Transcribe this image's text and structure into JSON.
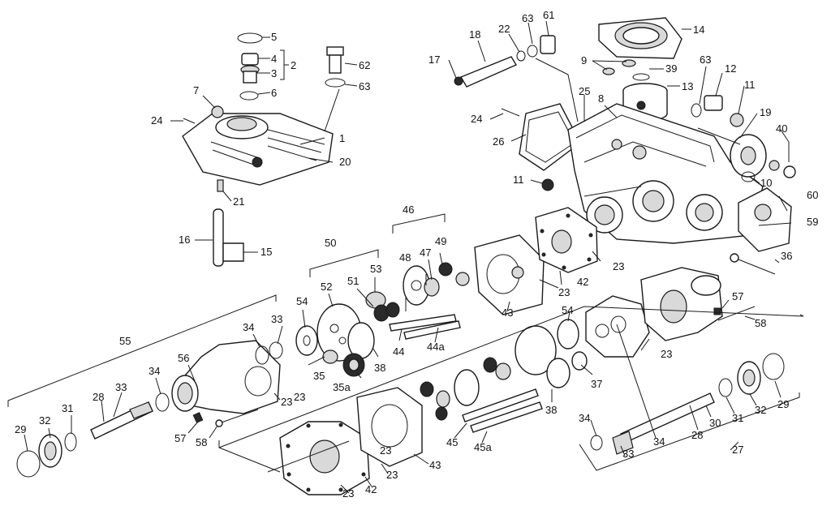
{
  "callouts": [
    {
      "id": "c5",
      "text": "5"
    },
    {
      "id": "c4",
      "text": "4"
    },
    {
      "id": "c3",
      "text": "3"
    },
    {
      "id": "c2",
      "text": "2"
    },
    {
      "id": "c6",
      "text": "6"
    },
    {
      "id": "c62",
      "text": "62"
    },
    {
      "id": "c63a",
      "text": "63"
    },
    {
      "id": "c7",
      "text": "7"
    },
    {
      "id": "c24a",
      "text": "24"
    },
    {
      "id": "c1",
      "text": "1"
    },
    {
      "id": "c20",
      "text": "20"
    },
    {
      "id": "c21",
      "text": "21"
    },
    {
      "id": "c16",
      "text": "16"
    },
    {
      "id": "c15",
      "text": "15"
    },
    {
      "id": "c17",
      "text": "17"
    },
    {
      "id": "c18",
      "text": "18"
    },
    {
      "id": "c22",
      "text": "22"
    },
    {
      "id": "c63b",
      "text": "63"
    },
    {
      "id": "c61",
      "text": "61"
    },
    {
      "id": "c14",
      "text": "14"
    },
    {
      "id": "c9",
      "text": "9"
    },
    {
      "id": "c39",
      "text": "39"
    },
    {
      "id": "c63c",
      "text": "63"
    },
    {
      "id": "c12",
      "text": "12"
    },
    {
      "id": "c13",
      "text": "13"
    },
    {
      "id": "c11a",
      "text": "11"
    },
    {
      "id": "c25",
      "text": "25"
    },
    {
      "id": "c8",
      "text": "8"
    },
    {
      "id": "c24b",
      "text": "24"
    },
    {
      "id": "c19",
      "text": "19"
    },
    {
      "id": "c26",
      "text": "26"
    },
    {
      "id": "c40",
      "text": "40"
    },
    {
      "id": "c10",
      "text": "10"
    },
    {
      "id": "c11b",
      "text": "11"
    },
    {
      "id": "c60",
      "text": "60"
    },
    {
      "id": "c59",
      "text": "59"
    },
    {
      "id": "c36",
      "text": "36"
    },
    {
      "id": "c46",
      "text": "46"
    },
    {
      "id": "c50",
      "text": "50"
    },
    {
      "id": "c49",
      "text": "49"
    },
    {
      "id": "c47",
      "text": "47"
    },
    {
      "id": "c48",
      "text": "48"
    },
    {
      "id": "c53",
      "text": "53"
    },
    {
      "id": "c51",
      "text": "51"
    },
    {
      "id": "c52",
      "text": "52"
    },
    {
      "id": "c54a",
      "text": "54"
    },
    {
      "id": "c33a",
      "text": "33"
    },
    {
      "id": "c34a",
      "text": "34"
    },
    {
      "id": "c55",
      "text": "55"
    },
    {
      "id": "c56",
      "text": "56"
    },
    {
      "id": "c35",
      "text": "35"
    },
    {
      "id": "c35a",
      "text": "35a"
    },
    {
      "id": "c38a",
      "text": "38"
    },
    {
      "id": "c44",
      "text": "44"
    },
    {
      "id": "c44a",
      "text": "44a"
    },
    {
      "id": "c43a",
      "text": "43"
    },
    {
      "id": "c23a",
      "text": "23"
    },
    {
      "id": "c42a",
      "text": "42"
    },
    {
      "id": "c23b",
      "text": "23"
    },
    {
      "id": "c23c",
      "text": "23"
    },
    {
      "id": "c57a",
      "text": "57"
    },
    {
      "id": "c58a",
      "text": "58"
    },
    {
      "id": "c54b",
      "text": "54"
    },
    {
      "id": "c23d",
      "text": "23"
    },
    {
      "id": "c37",
      "text": "37"
    },
    {
      "id": "c38b",
      "text": "38"
    },
    {
      "id": "c23e",
      "text": "23"
    },
    {
      "id": "c34b",
      "text": "34"
    },
    {
      "id": "c31a",
      "text": "31"
    },
    {
      "id": "c28a",
      "text": "28"
    },
    {
      "id": "c33b",
      "text": "33"
    },
    {
      "id": "c32a",
      "text": "32"
    },
    {
      "id": "c29a",
      "text": "29"
    },
    {
      "id": "c57b",
      "text": "57"
    },
    {
      "id": "c58b",
      "text": "58"
    },
    {
      "id": "c45",
      "text": "45"
    },
    {
      "id": "c45a",
      "text": "45a"
    },
    {
      "id": "c43b",
      "text": "43"
    },
    {
      "id": "c23f",
      "text": "23"
    },
    {
      "id": "c23g",
      "text": "23"
    },
    {
      "id": "c42b",
      "text": "42"
    },
    {
      "id": "c34c",
      "text": "34"
    },
    {
      "id": "c33c",
      "text": "33"
    },
    {
      "id": "c34d",
      "text": "34"
    },
    {
      "id": "c28b",
      "text": "28"
    },
    {
      "id": "c30",
      "text": "30"
    },
    {
      "id": "c31b",
      "text": "31"
    },
    {
      "id": "c32b",
      "text": "32"
    },
    {
      "id": "c29b",
      "text": "29"
    },
    {
      "id": "c27",
      "text": "27"
    },
    {
      "id": "c23h",
      "text": "23"
    }
  ]
}
